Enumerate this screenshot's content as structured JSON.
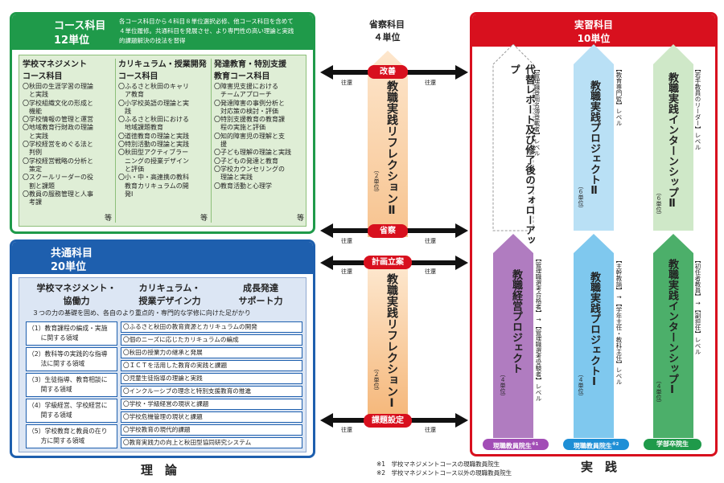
{
  "course": {
    "title": "コース科目",
    "units": "12単位",
    "note_line1": "各コース科目から４科目８単位選択必修、他コース科目を含めて",
    "note_line2": "４単位履修。共通科目を発展させ、より専門性の高い理論と実践",
    "note_line3": "的課題解決の技法を習得",
    "columns": [
      {
        "head1": "学校マネジメント",
        "head2": "コース科目",
        "items": [
          "〇秋田の生涯学習の理論",
          "　と実践",
          "〇学校組織文化の形成と",
          "　機能",
          "〇学校情報の管理と運営",
          "〇地域教育行財政の理論",
          "　と実践",
          "〇学校経営をめぐる法と",
          "　判例",
          "〇学校経営戦略の分析と",
          "　策定",
          "〇スクールリーダーの役",
          "　割と課題",
          "〇教員の服務管理と人事",
          "　考課"
        ],
        "etc": "等"
      },
      {
        "head1": "カリキュラム・授業開発",
        "head2": "コース科目",
        "items": [
          "〇ふるさと秋田のキャリ",
          "　ア教育",
          "〇小学校英語の理論と実",
          "　践",
          "〇ふるさと秋田における",
          "　地域課題教育",
          "〇道徳教育の理論と実践",
          "〇特別活動の理論と実践",
          "〇秋田型アクティブラー",
          "　ニングの授業デザイン",
          "　と評価",
          "〇小・中・高連携の教科",
          "　教育カリキュラムの開",
          "　発Ⅰ"
        ],
        "etc": "等"
      },
      {
        "head1": "発達教育・特別支援",
        "head2": "教育コース科目",
        "items": [
          "〇障害児支援における",
          "　チームアプローチ",
          "〇発達障害の事例分析と",
          "　対応策の検討・評価",
          "〇特別支援教育の教育課",
          "　程の実施と評価",
          "〇知的障害児の理解と支",
          "　援",
          "〇子ども理解の理論と実践",
          "〇子どもの発達と教育",
          "〇学校カウンセリングの",
          "　理論と実践",
          "〇教育活動と心理学"
        ],
        "etc": "等"
      }
    ]
  },
  "common": {
    "title": "共通科目",
    "units": "20単位",
    "ability1a": "学校マネジメント・",
    "ability1b": "協働力",
    "ability2a": "カリキュラム・",
    "ability2b": "授業デザイン力",
    "ability3a": "成長発達",
    "ability3b": "サポート力",
    "foundation": "３つの力の基礎を固め、各自のより重点的・専門的な学修に向けた足がかり",
    "rows": [
      {
        "area1": "（1）教育課程の編成・実施",
        "area2": "　　に関する領域",
        "subjects": [
          "〇ふるさと秋田の教育資源とカリキュラムの開発",
          "〇個のニーズに応じたカリキュラムの編成"
        ]
      },
      {
        "area1": "（2）教科等の実践的な指導",
        "area2": "　　法に関する領域",
        "subjects": [
          "〇秋田の授業力の継承と発展",
          "〇ＩＣＴを活用した教育の実践と課題"
        ]
      },
      {
        "area1": "（3）生徒指導、教育相談に",
        "area2": "　　関する領域",
        "subjects": [
          "〇児童生徒指導の理論と実践",
          "〇インクルーシブの理念と特別支援教育の推進"
        ]
      },
      {
        "area1": "（4）学級経営、学校経営に",
        "area2": "　　関する領域",
        "subjects": [
          "〇学校・学級経営の現状と課題",
          "〇学校危機管理の現状と課題"
        ]
      },
      {
        "area1": "（5）学校教育と教員の在り",
        "area2": "　　方に関する領域",
        "subjects": [
          "〇学校教育の現代的課題",
          "〇教育実践力の向上と秋田型協同研究システム"
        ]
      }
    ]
  },
  "theory_label": "理　論",
  "practice_label": "実　践",
  "center": {
    "title1": "省察科目",
    "title2": "４単位",
    "reflection2": "教職実践リフレクションⅡ",
    "reflection2_units": "（２単位）",
    "reflection1": "教職実践リフレクションⅠ",
    "reflection1_units": "（２単位）",
    "tag_kaizen": "改善",
    "tag_seisatsu": "省察",
    "tag_keikaku": "計画立案",
    "tag_kadai": "課題設定",
    "oufuku": "往還"
  },
  "practice": {
    "title": "実習科目",
    "units": "10単位",
    "col1_top": "代替レポート及び修了後のフォローアップ",
    "col1_top_note": "【管理職登用名簿登載者】レベル",
    "col1_bottom": "教職経営プロジェクト",
    "col1_bottom_units": "（４単位）",
    "col1_bottom_note": "【管理職選考合格者】→【管理職選考受験者】レベル",
    "col1_label": "現職教員院生",
    "col1_mark": "※1",
    "col2_top": "教職実践プロジェクトⅡ",
    "col2_top_units": "（６単位）",
    "col2_top_note": "【教育専門監】レベル",
    "col2_bottom": "教職実践プロジェクトⅠ",
    "col2_bottom_units": "（４単位）",
    "col2_bottom_note": "【主幹教諭】→【学年主任・教科主任】レベル",
    "col2_label": "現職教員院生",
    "col2_mark": "※2",
    "col3_top": "教職実践インターンシップⅡ",
    "col3_top_units": "（６単位）",
    "col3_top_note": "【若手教員のリーダー】レベル",
    "col3_bottom": "教職実践インターンシップⅠ",
    "col3_bottom_units": "（４単位）",
    "col3_bottom_note": "【初任者教員】→【副担任】レベル",
    "col3_label": "学部卒院生"
  },
  "footnotes": {
    "f1": "※1　学校マネジメントコースの現職教員院生",
    "f2": "※2　学校マネジメントコース以外の現職教員院生"
  },
  "colors": {
    "green": "#1f9a4a",
    "blue": "#1e5fae",
    "red": "#d8101e",
    "purple": "#b07cc0",
    "skyblue": "#7fc8ee",
    "lightgreen": "#4caf6a"
  }
}
